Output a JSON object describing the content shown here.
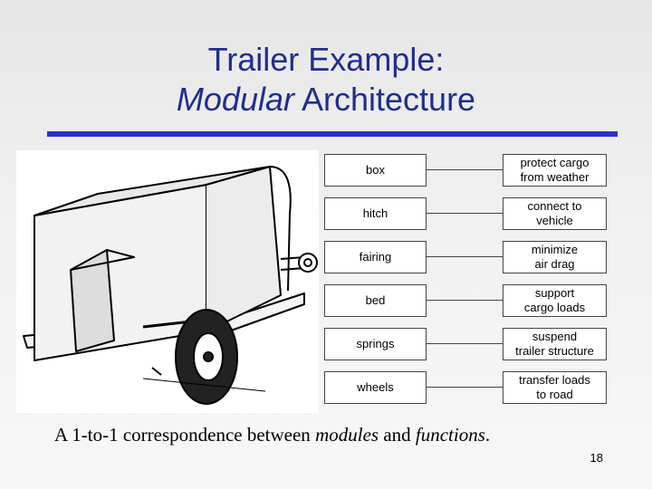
{
  "slide": {
    "title_line1": "Trailer Example:",
    "title_line2_italic": "Modular",
    "title_line2_rest": " Architecture",
    "caption_prefix": "A 1-to-1 correspondence between ",
    "caption_modules": "modules",
    "caption_middle": " and ",
    "caption_functions": "functions",
    "caption_suffix": ".",
    "page_number": "18"
  },
  "mapping": [
    {
      "module": "box",
      "function_line1": "protect cargo",
      "function_line2": "from weather"
    },
    {
      "module": "hitch",
      "function_line1": "connect to",
      "function_line2": "vehicle"
    },
    {
      "module": "fairing",
      "function_line1": "minimize",
      "function_line2": "air drag"
    },
    {
      "module": "bed",
      "function_line1": "support",
      "function_line2": "cargo loads"
    },
    {
      "module": "springs",
      "function_line1": "suspend",
      "function_line2": "trailer structure"
    },
    {
      "module": "wheels",
      "function_line1": "transfer loads",
      "function_line2": "to road"
    }
  ],
  "colors": {
    "title": "#1f2e8f",
    "rule": "#2a32c8"
  }
}
